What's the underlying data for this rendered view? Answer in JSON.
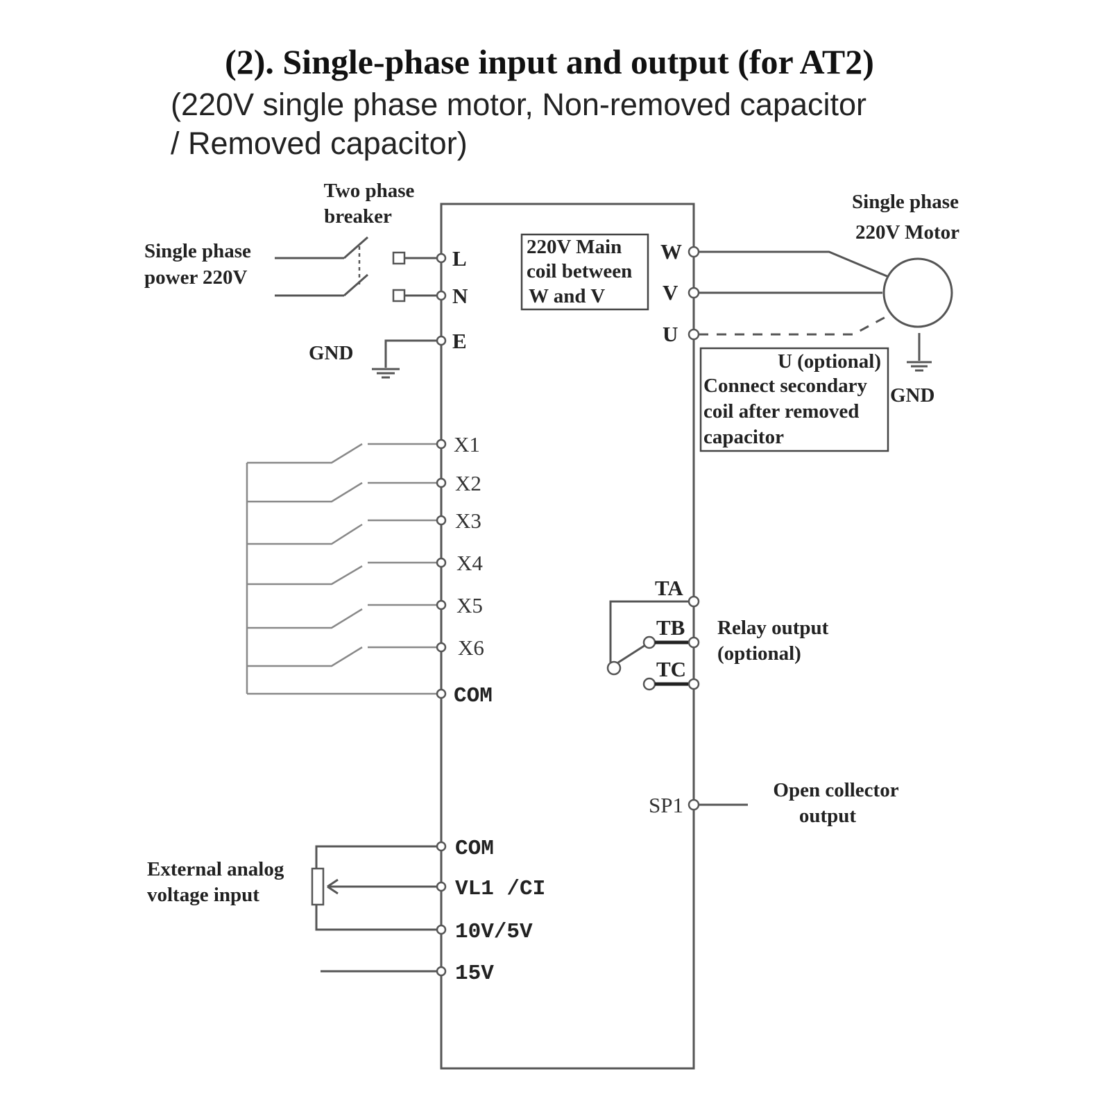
{
  "title": "(2). Single-phase input and output (for AT2)",
  "subtitle_line1": "(220V single phase motor, Non-removed capacitor",
  "subtitle_line2": "/ Removed capacitor)",
  "labels": {
    "breaker_1": "Two phase",
    "breaker_2": "breaker",
    "power_1": "Single phase",
    "power_2": "power 220V",
    "gnd_left": "GND",
    "main_coil_1": "220V Main",
    "main_coil_2": "coil between",
    "main_coil_3": "W and V",
    "motor_1": "Single phase",
    "motor_2": "220V Motor",
    "u_note_1": "U (optional)",
    "u_note_2": "Connect secondary",
    "u_note_3": "coil after removed",
    "u_note_4": "capacitor",
    "gnd_right": "GND",
    "relay_1": "Relay output",
    "relay_2": "(optional)",
    "oc_1": "Open collector",
    "oc_2": "output",
    "analog_1": "External analog",
    "analog_2": "voltage input"
  },
  "terminals": {
    "L": "L",
    "N": "N",
    "E": "E",
    "X1": "X1",
    "X2": "X2",
    "X3": "X3",
    "X4": "X4",
    "X5": "X5",
    "X6": "X6",
    "COM1": "COM",
    "COM2": "COM",
    "VL1": "VL1 /CI",
    "V10": "10V/5V",
    "V15": "15V",
    "W": "W",
    "V": "V",
    "U": "U",
    "TA": "TA",
    "TB": "TB",
    "TC": "TC",
    "SP1": "SP1"
  }
}
